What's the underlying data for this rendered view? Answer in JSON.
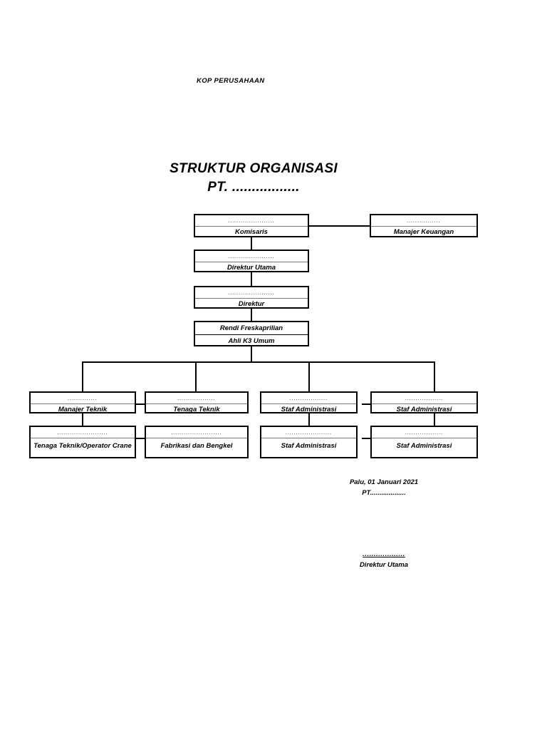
{
  "document": {
    "header": "KOP PERUSAHAAN",
    "title_line1": "STRUKTUR ORGANISASI",
    "title_line2": "PT. .................",
    "dots_placeholder": "......................",
    "dots_short": "................"
  },
  "chart": {
    "nodes": {
      "komisaris": {
        "dots": "......................",
        "label": "Komisaris"
      },
      "manajer_keuangan": {
        "dots": "................",
        "label": "Manajer Keuangan"
      },
      "direktur_utama": {
        "dots": "......................",
        "label": "Direktur Utama"
      },
      "direktur": {
        "dots": "......................",
        "label": "Direktur"
      },
      "ahli_k3": {
        "name": "Rendi Freskaprilian",
        "label": "Ahli K3 Umum"
      },
      "manajer_teknik": {
        "dots": "..............",
        "label": "Manajer Teknik"
      },
      "tenaga_teknik": {
        "dots": "..................",
        "label": "Tenaga Teknik"
      },
      "staf_admin_1": {
        "dots": "..................",
        "label": "Staf Administrasi"
      },
      "staf_admin_2": {
        "dots": "..................",
        "label": "Staf Administrasi"
      },
      "operator_crane": {
        "dots": "........................",
        "label": "Tenaga Teknik/Operator Crane"
      },
      "fabrikasi": {
        "dots": "........................",
        "label": "Fabrikasi dan Bengkel"
      },
      "staf_admin_3": {
        "dots": "......................",
        "label": "Staf Administrasi"
      },
      "staf_admin_4": {
        "dots": "..................",
        "label": "Staf Administrasi"
      }
    }
  },
  "signature": {
    "place_date": "Palu, 01 Januari 2021",
    "company": "PT...................",
    "name_line": "...................",
    "role": "Direktur Utama"
  }
}
